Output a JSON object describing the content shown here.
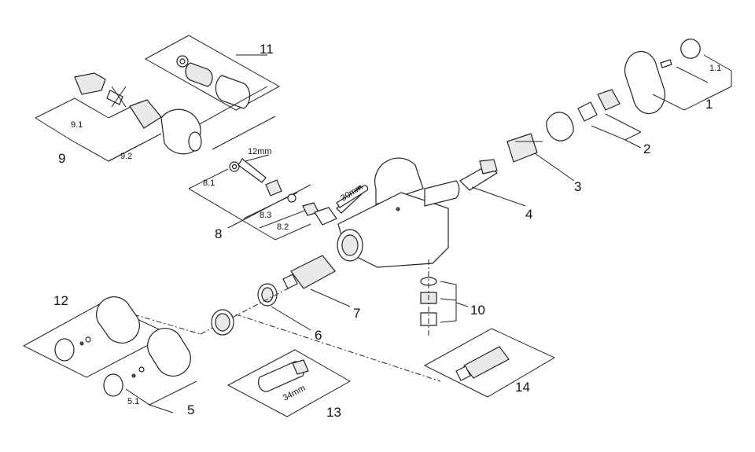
{
  "labels": {
    "p1": "1",
    "p1_1": "1.1",
    "p2": "2",
    "p3": "3",
    "p4": "4",
    "p5": "5",
    "p5_1": "5.1",
    "p6": "6",
    "p7": "7",
    "p8": "8",
    "p8_1": "8.1",
    "p8_2": "8.2",
    "p8_3": "8.3",
    "p9": "9",
    "p9_1": "9.1",
    "p9_2": "9.2",
    "p10": "10",
    "p11": "11",
    "p12": "12",
    "p13": "13",
    "p14": "14"
  },
  "dimensions": {
    "wrench_12": "12mm",
    "wrench_30": "30mm",
    "key_34": "34mm"
  },
  "colors": {
    "line": "#222222",
    "fill": "#ffffff",
    "shade": "#e9e9e9"
  }
}
